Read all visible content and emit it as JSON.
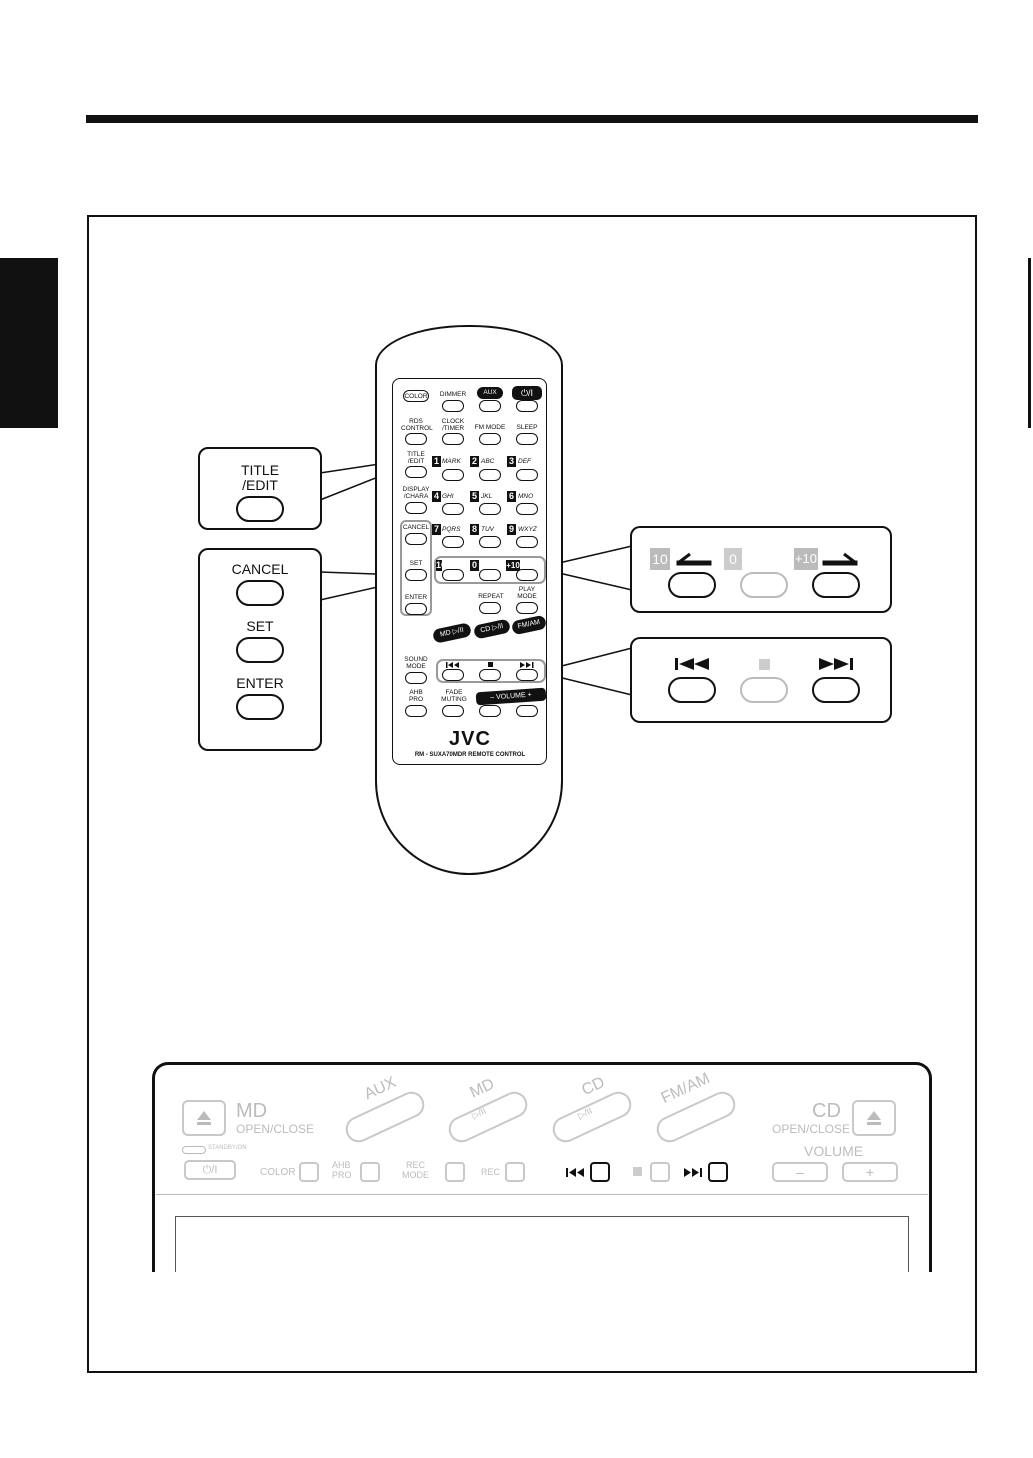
{
  "callouts": {
    "title_edit": {
      "line1": "TITLE",
      "line2": "/EDIT"
    },
    "cancel": "CANCEL",
    "set": "SET",
    "enter": "ENTER",
    "num_row": {
      "minus10": "10",
      "zero": "0",
      "plus10": "+10"
    }
  },
  "remote": {
    "row1": [
      "COLOR",
      "DIMMER",
      "AUX",
      "⏻/I"
    ],
    "row2": [
      {
        "l1": "RDS",
        "l2": "CONTROL"
      },
      {
        "l1": "CLOCK",
        "l2": "/TIMER"
      },
      {
        "l1": "FM MODE",
        "l2": ""
      },
      {
        "l1": "SLEEP",
        "l2": ""
      }
    ],
    "title_edit": {
      "l1": "TITLE",
      "l2": "/EDIT"
    },
    "display_chara": {
      "l1": "DISPLAY",
      "l2": "/CHARA"
    },
    "keys": [
      {
        "n": "1",
        "t": "MARK"
      },
      {
        "n": "2",
        "t": "ABC"
      },
      {
        "n": "3",
        "t": "DEF"
      },
      {
        "n": "4",
        "t": "GHI"
      },
      {
        "n": "5",
        "t": "JKL"
      },
      {
        "n": "6",
        "t": "MNO"
      },
      {
        "n": "7",
        "t": "PQRS"
      },
      {
        "n": "8",
        "t": "TUV"
      },
      {
        "n": "9",
        "t": "WXYZ"
      }
    ],
    "cancel": "CANCEL",
    "set": "SET",
    "enter": "ENTER",
    "num_row": {
      "minus10": "10",
      "zero": "0",
      "plus10": "+10"
    },
    "repeat": "REPEAT",
    "play_mode": {
      "l1": "PLAY",
      "l2": "MODE"
    },
    "src": [
      "MD ▷/II",
      "CD ▷/II",
      "FM/AM"
    ],
    "sound_mode": {
      "l1": "SOUND",
      "l2": "MODE"
    },
    "ahb_pro": {
      "l1": "AHB",
      "l2": "PRO"
    },
    "fade_muting": {
      "l1": "FADE",
      "l2": "MUTING"
    },
    "volume": "– VOLUME +",
    "brand": "JVC",
    "model": "RM - SUXA70MDR  REMOTE  CONTROL"
  },
  "panel": {
    "md": "MD",
    "md_open": "OPEN/CLOSE",
    "aux": "AUX",
    "md_play": "MD",
    "cd_play": "CD",
    "fm_am": "FM/AM",
    "play_pause": "▷/II",
    "cd": "CD",
    "cd_open": "OPEN/CLOSE",
    "standby": "STANDBY/ON",
    "power": "⏻/I",
    "color": "COLOR",
    "ahb_pro": {
      "l1": "AHB",
      "l2": "PRO"
    },
    "rec_mode": {
      "l1": "REC",
      "l2": "MODE"
    },
    "rec": "REC",
    "volume": "VOLUME",
    "vol_minus": "–",
    "vol_plus": "+"
  }
}
